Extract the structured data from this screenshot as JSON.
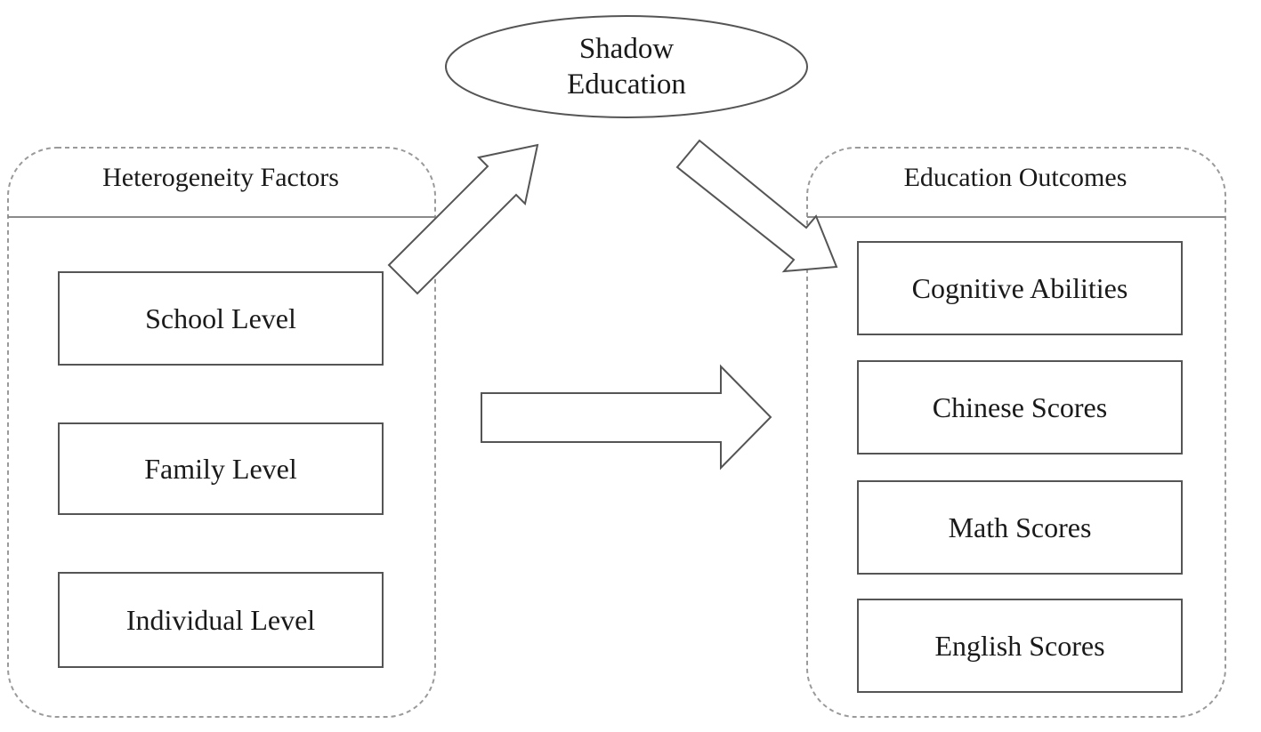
{
  "mediator": {
    "line1": "Shadow",
    "line2": "Education"
  },
  "left_group": {
    "header": "Heterogeneity Factors",
    "items": [
      "School Level",
      "Family Level",
      "Individual Level"
    ]
  },
  "right_group": {
    "header": "Education Outcomes",
    "items": [
      "Cognitive Abilities",
      "Chinese Scores",
      "Math Scores",
      "English Scores"
    ]
  },
  "colors": {
    "stroke": "#555555",
    "dashed": "#9a9a9a",
    "text": "#1a1a1a",
    "background": "#ffffff"
  }
}
